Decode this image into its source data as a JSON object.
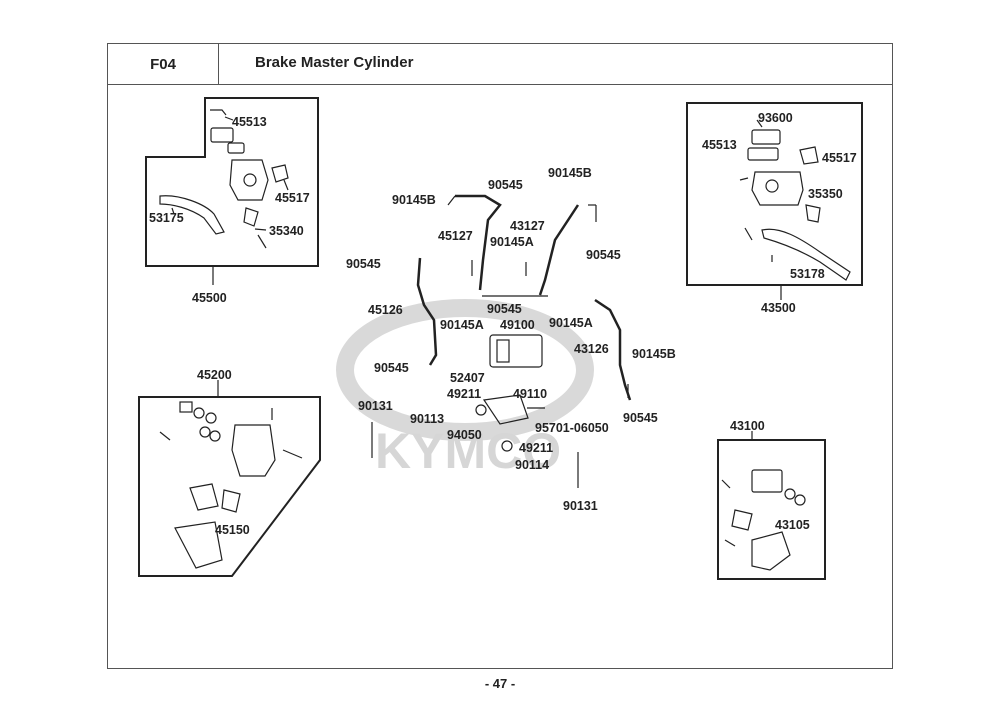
{
  "header": {
    "code": "F04",
    "title": "Brake Master Cylinder"
  },
  "footer": {
    "page": "- 47 -"
  },
  "watermark": {
    "text": "KYMCO"
  },
  "colors": {
    "line": "#222222",
    "frame": "#555555",
    "watermark": "#d6d6d6"
  },
  "groups": {
    "front_master": {
      "assembly": "45500",
      "parts": [
        "45513",
        "45517",
        "53175",
        "35340"
      ]
    },
    "rear_master": {
      "assembly": "43500",
      "parts": [
        "93600",
        "45513",
        "45517",
        "35350",
        "53178"
      ]
    },
    "front_caliper": {
      "assembly": "45200",
      "parts": [
        "45150"
      ]
    },
    "rear_caliper": {
      "assembly": "43100",
      "parts": [
        "43105"
      ]
    },
    "abs_hoses": {
      "parts": [
        "90145B",
        "90545",
        "45127",
        "90145A",
        "43127",
        "90145B",
        "90545",
        "90545",
        "90545",
        "45126",
        "90145A",
        "49100",
        "90145A",
        "43126",
        "90145B",
        "90545",
        "52407",
        "49211",
        "49110",
        "90131",
        "90113",
        "95701-06050",
        "90545",
        "94050",
        "49211",
        "90114",
        "90131"
      ]
    }
  }
}
